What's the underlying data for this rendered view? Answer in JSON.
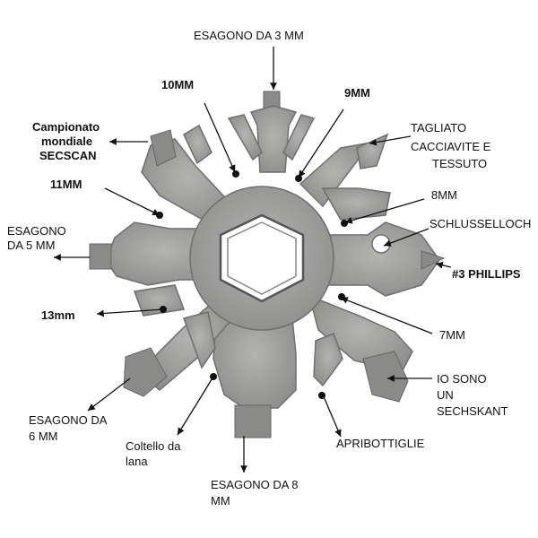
{
  "labels": {
    "hex_3mm": "ESAGONO DA 3 MM",
    "mm10": "10MM",
    "mm9": "9MM",
    "campionato_1": "Campionato",
    "campionato_2": "mondiale",
    "campionato_3": "SECSCAN",
    "tagliato": "TAGLIATO",
    "cacciavite_1": "CACCIAVITE E",
    "cacciavite_2": "TESSUTO",
    "mm11": "11MM",
    "mm8": "8MM",
    "schlusselloch": "SCHLUSSELLOCH",
    "hex5_1": "ESAGONO",
    "hex5_2": "DA 5 MM",
    "phillips": "#3 PHILLIPS",
    "mm13": "13mm",
    "mm7": "7MM",
    "sechskant_1": "IO SONO",
    "sechskant_2": "UN",
    "sechskant_3": "SECHSKANT",
    "hex6_1": "ESAGONO DA",
    "hex6_2": "6 MM",
    "coltello_1": "Coltello da",
    "coltello_2": "lana",
    "apribottiglie": "APRIBOTTIGLIE",
    "hex8_1": "ESAGONO DA 8",
    "hex8_2": "MM"
  },
  "colors": {
    "metal": "#9c9c9a",
    "metal_edge": "#6f6f6d",
    "metal_shadow": "#7e7e7c",
    "text": "#111111",
    "background": "#ffffff"
  }
}
